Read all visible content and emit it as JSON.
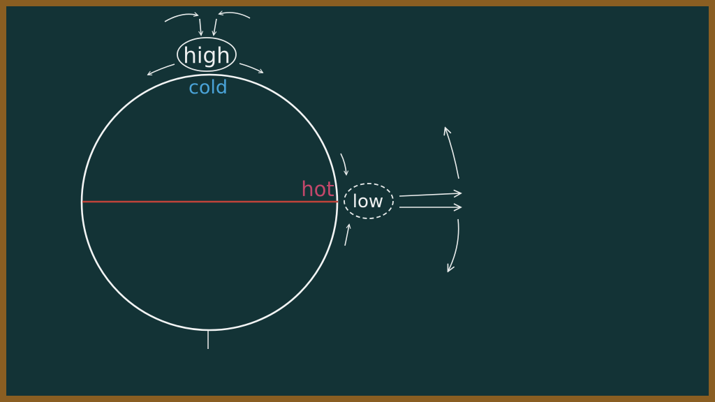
{
  "labels": {
    "high": "high",
    "cold": "cold",
    "hot": "hot",
    "low": "low"
  },
  "colors": {
    "frame": "#8a5e22",
    "board": "#133336",
    "chalk": "#e9ecec",
    "cold": "#4aa3d8",
    "hot": "#c2476a",
    "equator": "#c0443a"
  }
}
